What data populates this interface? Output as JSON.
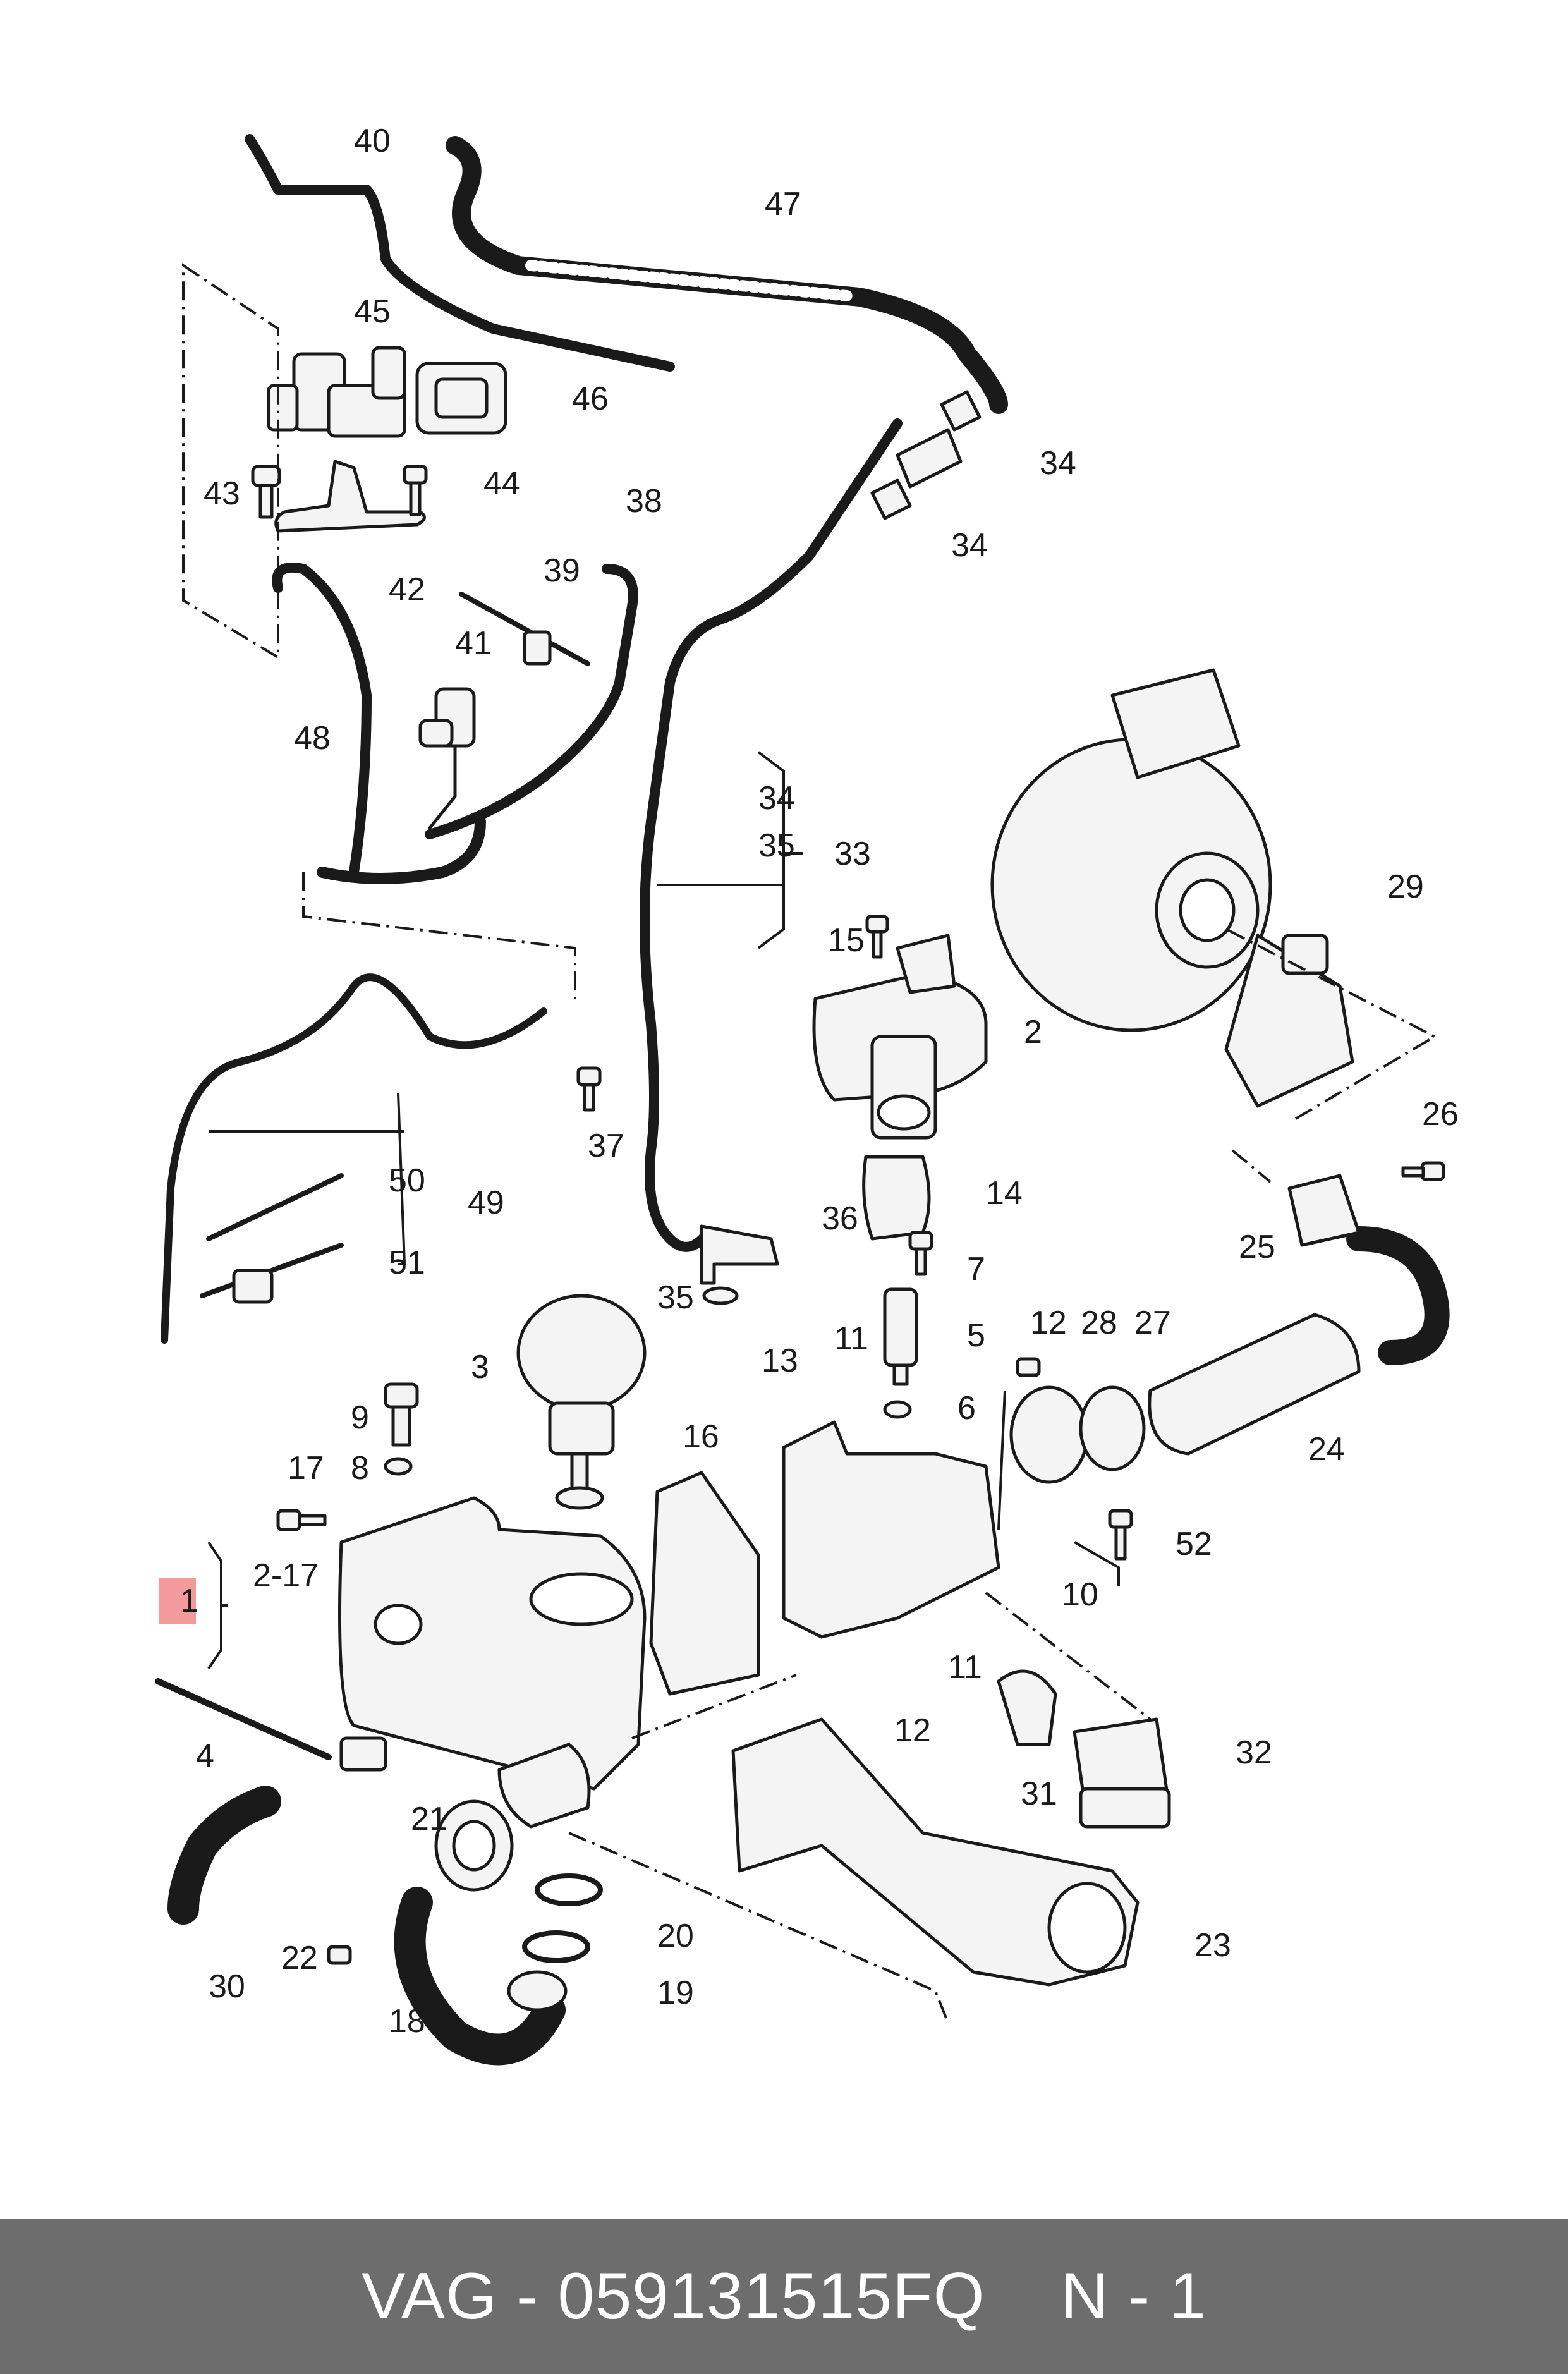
{
  "colors": {
    "line": "#1a1a1a",
    "part_fill": "#f4f4f4",
    "highlight": "#f29a9c",
    "footer_bg": "#6d6d6d",
    "footer_text": "#ffffff"
  },
  "labels": [
    {
      "id": "p40",
      "text": "40"
    },
    {
      "id": "p47",
      "text": "47"
    },
    {
      "id": "p45",
      "text": "45"
    },
    {
      "id": "p46",
      "text": "46"
    },
    {
      "id": "p34a",
      "text": "34"
    },
    {
      "id": "p43",
      "text": "43"
    },
    {
      "id": "p44",
      "text": "44"
    },
    {
      "id": "p38",
      "text": "38"
    },
    {
      "id": "p34b",
      "text": "34"
    },
    {
      "id": "p42",
      "text": "42"
    },
    {
      "id": "p39",
      "text": "39"
    },
    {
      "id": "p41",
      "text": "41"
    },
    {
      "id": "p48",
      "text": "48"
    },
    {
      "id": "p34c",
      "text": "34"
    },
    {
      "id": "p35a",
      "text": "35"
    },
    {
      "id": "p33",
      "text": "33"
    },
    {
      "id": "p29",
      "text": "29"
    },
    {
      "id": "p15",
      "text": "15"
    },
    {
      "id": "p2",
      "text": "2"
    },
    {
      "id": "p37",
      "text": "37"
    },
    {
      "id": "p50",
      "text": "50"
    },
    {
      "id": "p49",
      "text": "49"
    },
    {
      "id": "p14",
      "text": "14"
    },
    {
      "id": "p26",
      "text": "26"
    },
    {
      "id": "p36",
      "text": "36"
    },
    {
      "id": "p25",
      "text": "25"
    },
    {
      "id": "p51",
      "text": "51"
    },
    {
      "id": "p7",
      "text": "7"
    },
    {
      "id": "p35b",
      "text": "35"
    },
    {
      "id": "p5",
      "text": "5"
    },
    {
      "id": "p12a",
      "text": "12"
    },
    {
      "id": "p28",
      "text": "28"
    },
    {
      "id": "p27",
      "text": "27"
    },
    {
      "id": "p3",
      "text": "3"
    },
    {
      "id": "p13",
      "text": "13"
    },
    {
      "id": "p11a",
      "text": "11"
    },
    {
      "id": "p6",
      "text": "6"
    },
    {
      "id": "p9",
      "text": "9"
    },
    {
      "id": "p24",
      "text": "24"
    },
    {
      "id": "p16",
      "text": "16"
    },
    {
      "id": "p8",
      "text": "8"
    },
    {
      "id": "p17",
      "text": "17"
    },
    {
      "id": "p52",
      "text": "52"
    },
    {
      "id": "p2_17",
      "text": "2-17"
    },
    {
      "id": "p1",
      "text": "1"
    },
    {
      "id": "p10",
      "text": "10"
    },
    {
      "id": "p11b",
      "text": "11"
    },
    {
      "id": "p4",
      "text": "4"
    },
    {
      "id": "p12b",
      "text": "12"
    },
    {
      "id": "p32",
      "text": "32"
    },
    {
      "id": "p31",
      "text": "31"
    },
    {
      "id": "p21",
      "text": "21"
    },
    {
      "id": "p20",
      "text": "20"
    },
    {
      "id": "p22",
      "text": "22"
    },
    {
      "id": "p23",
      "text": "23"
    },
    {
      "id": "p30",
      "text": "30"
    },
    {
      "id": "p19",
      "text": "19"
    },
    {
      "id": "p18",
      "text": "18"
    }
  ],
  "footer": {
    "brand": "VAG",
    "separator": "-",
    "part_number": "059131515FQ",
    "page": "N - 1"
  }
}
